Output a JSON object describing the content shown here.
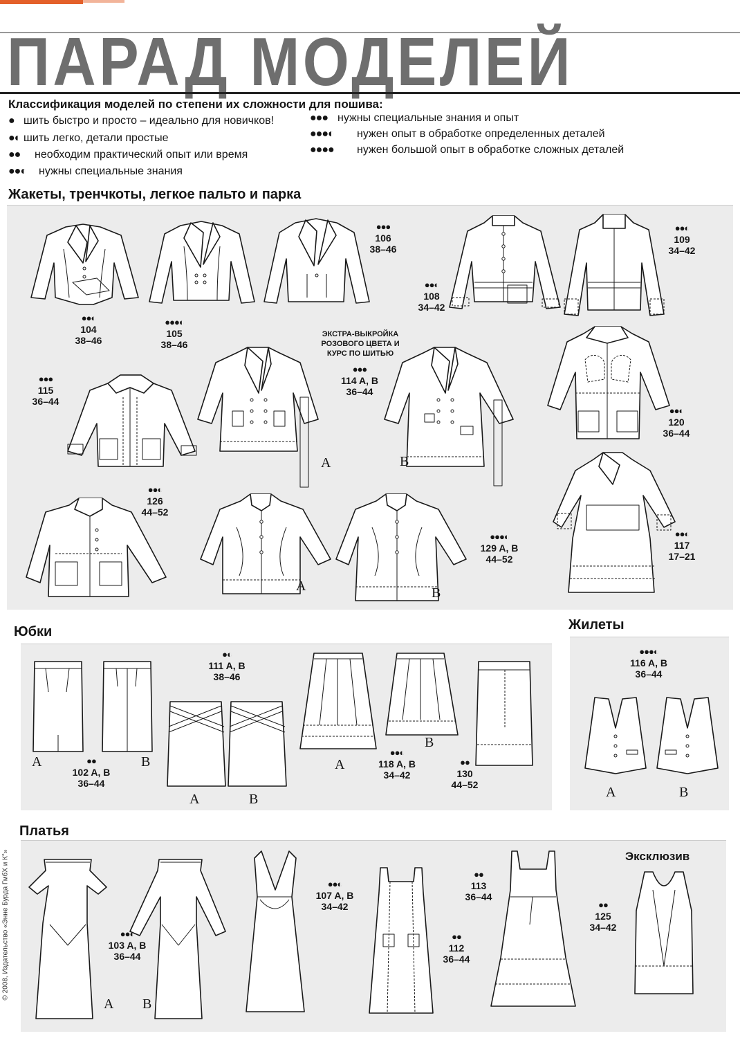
{
  "title": "ПАРАД МОДЕЛЕЙ",
  "legend": {
    "heading": "Классификация моделей по степени их сложности для пошива:",
    "items": [
      {
        "dots": "●",
        "text": "шить быстро и просто – идеально для новичков!"
      },
      {
        "dots": "●◐",
        "text": "шить легко, детали простые"
      },
      {
        "dots": "●●",
        "text": "необходим практический опыт или время"
      },
      {
        "dots": "●●◐",
        "text": "нужны специальные знания"
      },
      {
        "dots": "●●●",
        "text": "нужны специальные знания и опыт"
      },
      {
        "dots": "●●●◐",
        "text": "нужен опыт в обработке определенных деталей"
      },
      {
        "dots": "●●●●",
        "text": "нужен большой опыт в обработке сложных деталей"
      }
    ]
  },
  "sections": {
    "jackets": "Жакеты, тренчкоты, легкое пальто и парка",
    "skirts": "Юбки",
    "vests": "Жилеты",
    "dresses": "Платья",
    "exclusive": "Эксклюзив"
  },
  "extra_note": "ЭКСТРА-ВЫКРОЙКА РОЗОВОГО ЦВЕТА И КУРС ПО ШИТЬЮ",
  "models": {
    "m104": {
      "dots": "●●◐",
      "num": "104",
      "size": "38–46"
    },
    "m105": {
      "dots": "●●●◐",
      "num": "105",
      "size": "38–46"
    },
    "m106": {
      "dots": "●●●",
      "num": "106",
      "size": "38–46"
    },
    "m108": {
      "dots": "●●◐",
      "num": "108",
      "size": "34–42"
    },
    "m109": {
      "dots": "●●◐",
      "num": "109",
      "size": "34–42"
    },
    "m115": {
      "dots": "●●●",
      "num": "115",
      "size": "36–44"
    },
    "m114": {
      "dots": "●●●",
      "num": "114 A, B",
      "size": "36–44"
    },
    "m120": {
      "dots": "●●◐",
      "num": "120",
      "size": "36–44"
    },
    "m126": {
      "dots": "●●◐",
      "num": "126",
      "size": "44–52"
    },
    "m129": {
      "dots": "●●●◐",
      "num": "129 A, B",
      "size": "44–52"
    },
    "m117": {
      "dots": "●●◐",
      "num": "117",
      "size": "17–21"
    },
    "m111": {
      "dots": "●◐",
      "num": "111 A, B",
      "size": "38–46"
    },
    "m102": {
      "dots": "●●",
      "num": "102 A, B",
      "size": "36–44"
    },
    "m118": {
      "dots": "●●◐",
      "num": "118 A, B",
      "size": "34–42"
    },
    "m130": {
      "dots": "●●",
      "num": "130",
      "size": "44–52"
    },
    "m116": {
      "dots": "●●●◐",
      "num": "116 A, B",
      "size": "36–44"
    },
    "m103": {
      "dots": "●●◐",
      "num": "103 A, B",
      "size": "36–44"
    },
    "m107": {
      "dots": "●●◐",
      "num": "107 A, B",
      "size": "34–42"
    },
    "m113": {
      "dots": "●●",
      "num": "113",
      "size": "36–44"
    },
    "m112": {
      "dots": "●●",
      "num": "112",
      "size": "36–44"
    },
    "m125": {
      "dots": "●●",
      "num": "125",
      "size": "34–42"
    }
  },
  "letters": {
    "a": "A",
    "b": "B"
  },
  "side_text": "© 2008, Издательство «Энне Бурда ГмбХ и К°»"
}
